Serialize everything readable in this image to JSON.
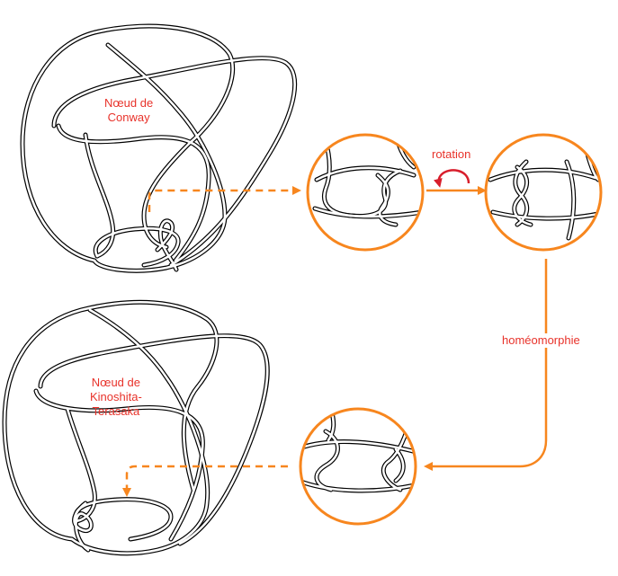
{
  "labels": {
    "conway": [
      "Nœud de",
      "Conway"
    ],
    "kinoshita": [
      "Nœud de",
      "Kinoshita-",
      "Terasaka"
    ],
    "rotation": "rotation",
    "homeomorphie": "homéomorphie"
  },
  "colors": {
    "accent": "#f7861e",
    "label": "#e8322a",
    "rotation_arrow": "#d81e2c",
    "strand": "#000000"
  }
}
